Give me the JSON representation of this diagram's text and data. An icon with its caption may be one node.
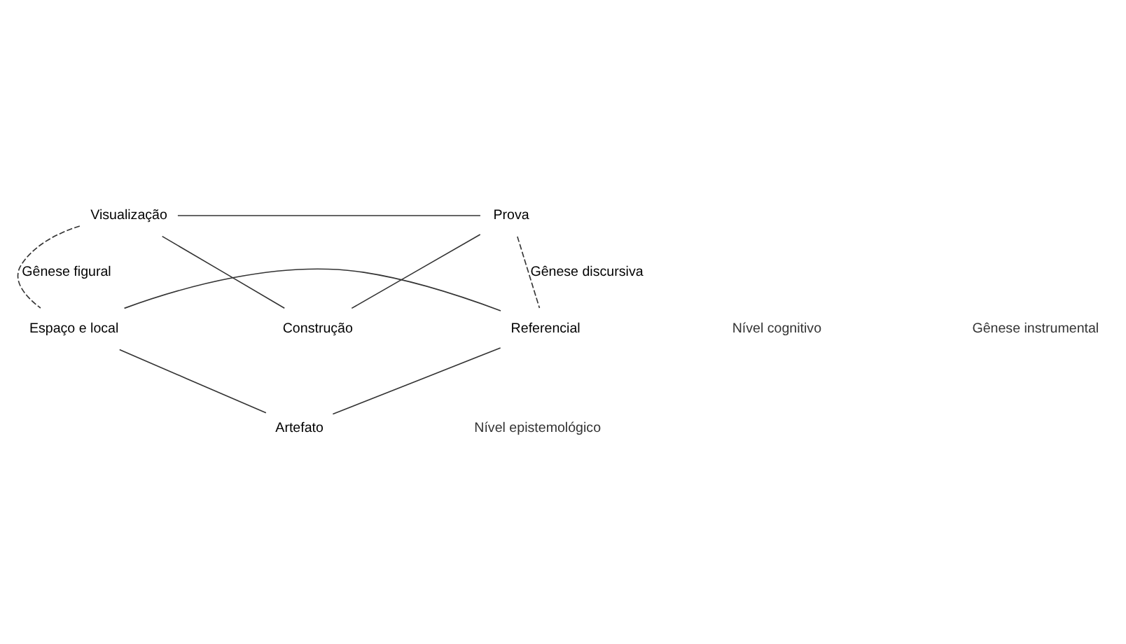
{
  "diagram": {
    "nodes": [
      {
        "text": [
          "Visualização"
        ]
      },
      {
        "text": [
          "Prova"
        ]
      },
      {
        "text": [
          "Construção"
        ]
      },
      {
        "text": [
          "Espaço e local"
        ]
      },
      {
        "text": [
          "Referencial"
        ]
      },
      {
        "text": [
          "Artefato"
        ]
      }
    ],
    "edges": [
      {
        "from": 0,
        "to": 1,
        "arrow": "none"
      },
      {
        "from": 0,
        "to": 2,
        "arrow": "none"
      },
      {
        "from": 2,
        "to": 1,
        "arrow": "none"
      },
      {
        "from": 0,
        "to": 3,
        "arrow": "none",
        "style": "dashed",
        "label": "Gênese figural"
      },
      {
        "from": 1,
        "to": 4,
        "arrow": "none",
        "style": "dashed",
        "label": "Gênese discursiva"
      },
      {
        "from": 3,
        "to": 4,
        "arrow": "none"
      },
      {
        "from": 3,
        "to": 5,
        "arrow": "none"
      },
      {
        "from": 5,
        "to": 4,
        "arrow": "none"
      }
    ],
    "labels": [
      "Nível cognitivo",
      "Gênese instrumental",
      "Nível epistemológico"
    ]
  }
}
